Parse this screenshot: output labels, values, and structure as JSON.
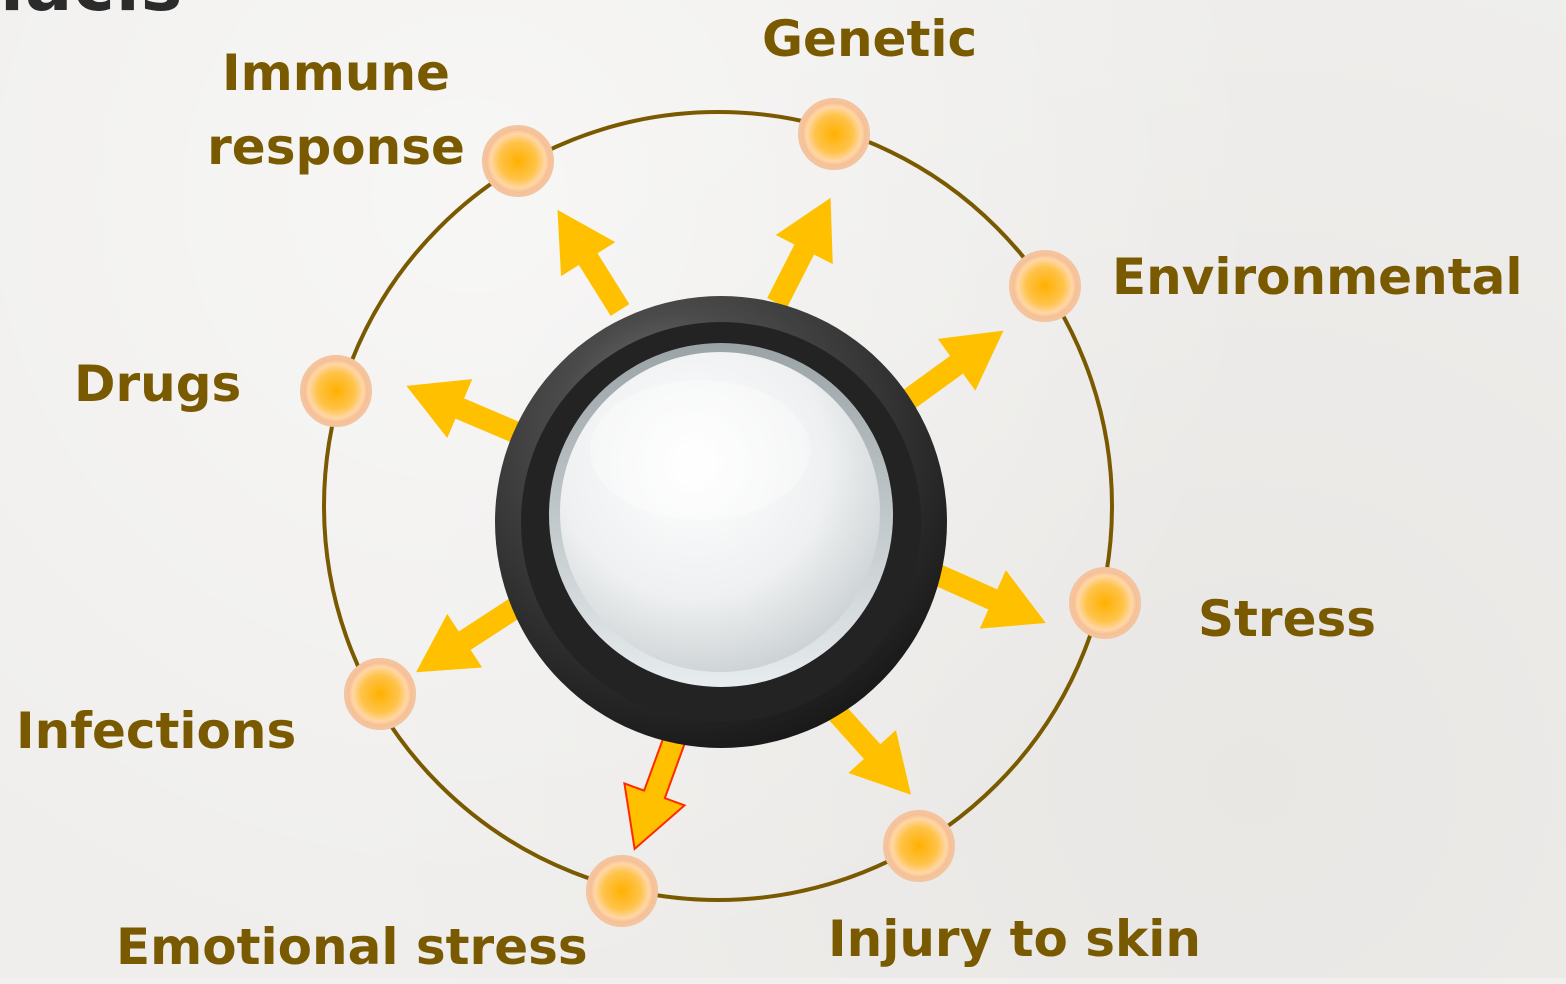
{
  "title_fragment": "lacis",
  "factors": [
    {
      "id": "genetic",
      "label": "Genetic"
    },
    {
      "id": "immune",
      "label": "Immune response",
      "line1": "Immune",
      "line2": "response"
    },
    {
      "id": "environmental",
      "label": "Environmental"
    },
    {
      "id": "drugs",
      "label": "Drugs"
    },
    {
      "id": "stress",
      "label": "Stress"
    },
    {
      "id": "infections",
      "label": "Infections"
    },
    {
      "id": "injury",
      "label": "Injury to skin"
    },
    {
      "id": "emotional",
      "label": "Emotional stress"
    }
  ],
  "colors": {
    "label_text": "#7a5a00",
    "ring_line": "#7a5a00",
    "arrow_fill": "#ffc000",
    "arrow_highlight": "#ff2a00",
    "node_fill": "#ffb733",
    "node_rim": "#f6c9a0",
    "hub_outer": "#2f2f2f",
    "hub_inner": "#dfe3e4"
  }
}
